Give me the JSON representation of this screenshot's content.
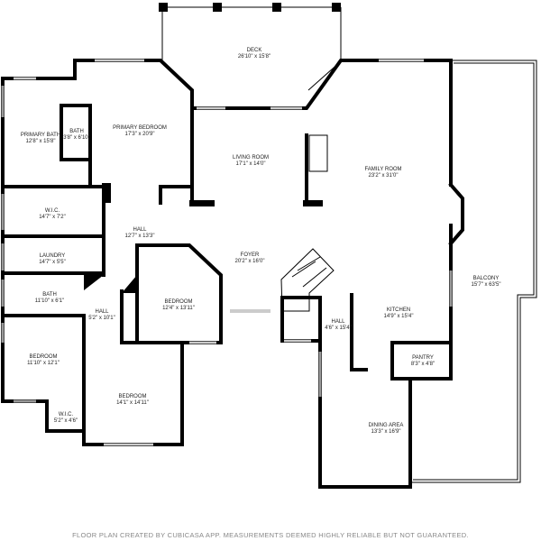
{
  "rooms": [
    {
      "name": "DECK",
      "dims": "26'10\" x 15'8\""
    },
    {
      "name": "PRIMARY BATH",
      "dims": "12'8\" x 15'8\""
    },
    {
      "name": "BATH",
      "dims": "3'8\" x 6'10\""
    },
    {
      "name": "PRIMARY BEDROOM",
      "dims": "17'3\" x 20'9\""
    },
    {
      "name": "LIVING ROOM",
      "dims": "17'1\" x 14'0\""
    },
    {
      "name": "FAMILY ROOM",
      "dims": "23'2\" x 31'0\""
    },
    {
      "name": "W.I.C.",
      "dims": "14'7\" x 7'2\""
    },
    {
      "name": "HALL",
      "dims": "12'7\" x 13'3\""
    },
    {
      "name": "FOYER",
      "dims": "20'2\" x 16'0\""
    },
    {
      "name": "LAUNDRY",
      "dims": "14'7\" x 5'5\""
    },
    {
      "name": "BATH",
      "dims": "11'10\" x 6'1\""
    },
    {
      "name": "HALL",
      "dims": "5'2\" x 10'1\""
    },
    {
      "name": "BEDROOM",
      "dims": "12'4\" x 13'11\""
    },
    {
      "name": "KITCHEN",
      "dims": "14'9\" x 15'4\""
    },
    {
      "name": "HALL",
      "dims": "4'6\" x 15'4\""
    },
    {
      "name": "BALCONY",
      "dims": "15'7\" x 63'5\""
    },
    {
      "name": "PANTRY",
      "dims": "8'3\" x 4'8\""
    },
    {
      "name": "BEDROOM",
      "dims": "11'10\" x 12'1\""
    },
    {
      "name": "BEDROOM",
      "dims": "14'1\" x 14'11\""
    },
    {
      "name": "W.I.C.",
      "dims": "5'2\" x 4'6\""
    },
    {
      "name": "DINING AREA",
      "dims": "13'3\" x 16'9\""
    }
  ],
  "footer": "FLOOR PLAN CREATED BY CUBICASA APP. MEASUREMENTS DEEMED HIGHLY RELIABLE BUT NOT GUARANTEED."
}
